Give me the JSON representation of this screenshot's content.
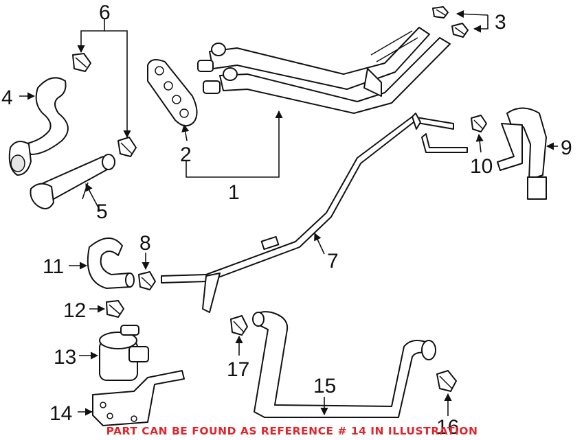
{
  "callouts": {
    "c1": "1",
    "c2": "2",
    "c3": "3",
    "c4": "4",
    "c5": "5",
    "c6": "6",
    "c7": "7",
    "c8": "8",
    "c9": "9",
    "c10": "10",
    "c11": "11",
    "c12": "12",
    "c13": "13",
    "c14": "14",
    "c15": "15",
    "c16": "16",
    "c17": "17"
  },
  "footer_note": "PART CAN BE FOUND AS REFERENCE # 14 IN ILLUSTRATION",
  "colors": {
    "line": "#111111",
    "note": "#e0252b",
    "background": "#ffffff"
  }
}
